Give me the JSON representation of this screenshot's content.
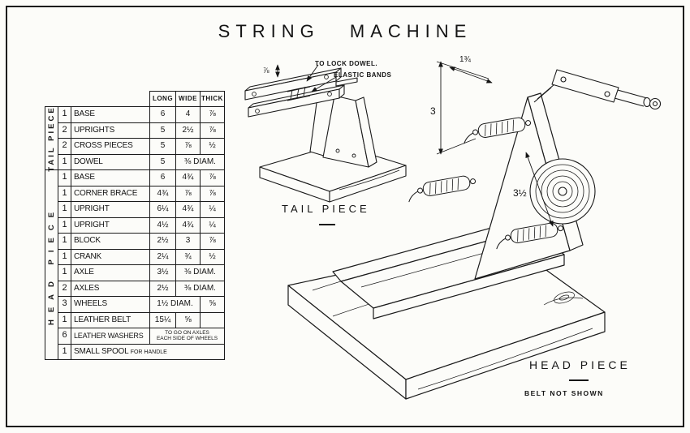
{
  "title": "STRING MACHINE",
  "table": {
    "headers": {
      "long": "LONG",
      "wide": "WIDE",
      "thick": "THICK"
    },
    "groups": {
      "tail": "TAIL PIECE",
      "head": "HEAD PIECE"
    },
    "rows": [
      {
        "qty": "1",
        "name": "BASE",
        "long": "6",
        "wide": "4",
        "thick": "⅞"
      },
      {
        "qty": "2",
        "name": "UPRIGHTS",
        "long": "5",
        "wide": "2½",
        "thick": "⅞"
      },
      {
        "qty": "2",
        "name": "CROSS PIECES",
        "long": "5",
        "wide": "⅞",
        "thick": "½"
      },
      {
        "qty": "1",
        "name": "DOWEL",
        "long": "5",
        "diam": "⅜ DIAM."
      },
      {
        "qty": "1",
        "name": "BASE",
        "long": "6",
        "wide": "4¾",
        "thick": "⅞"
      },
      {
        "qty": "1",
        "name": "CORNER BRACE",
        "long": "4¾",
        "wide": "⅞",
        "thick": "⅞"
      },
      {
        "qty": "1",
        "name": "UPRIGHT",
        "long": "6¼",
        "wide": "4¾",
        "thick": "¼"
      },
      {
        "qty": "1",
        "name": "UPRIGHT",
        "long": "4½",
        "wide": "4¾",
        "thick": "¼"
      },
      {
        "qty": "1",
        "name": "BLOCK",
        "long": "2½",
        "wide": "3",
        "thick": "⅞"
      },
      {
        "qty": "1",
        "name": "CRANK",
        "long": "2¼",
        "wide": "¾",
        "thick": "½"
      },
      {
        "qty": "1",
        "name": "AXLE",
        "long": "3½",
        "diam": "⅜ DIAM."
      },
      {
        "qty": "2",
        "name": "AXLES",
        "long": "2½",
        "diam": "⅜ DIAM."
      },
      {
        "qty": "3",
        "name": "WHEELS",
        "diam_long": "1½ DIAM.",
        "thick": "⅝"
      },
      {
        "qty": "1",
        "name": "LEATHER BELT",
        "long": "15¼",
        "wide": "⅝",
        "thick": ""
      },
      {
        "qty": "6",
        "name": "LEATHER WASHERS",
        "note_line1": "TO GO ON AXLES",
        "note_line2": "EACH SIDE OF WHEELS"
      },
      {
        "qty": "1",
        "name": "SMALL SPOOL",
        "note": "FOR HANDLE"
      }
    ]
  },
  "tail_drawing": {
    "caption": "TAIL PIECE",
    "label_lock_dowel": "TO LOCK DOWEL.",
    "label_elastic_bands": "ELASTIC BANDS",
    "dim_gap": "⅞"
  },
  "head_drawing": {
    "caption": "HEAD PIECE",
    "note": "BELT NOT SHOWN",
    "dim_height": "3",
    "dim_top": "1¾",
    "dim_spring": "3½"
  }
}
